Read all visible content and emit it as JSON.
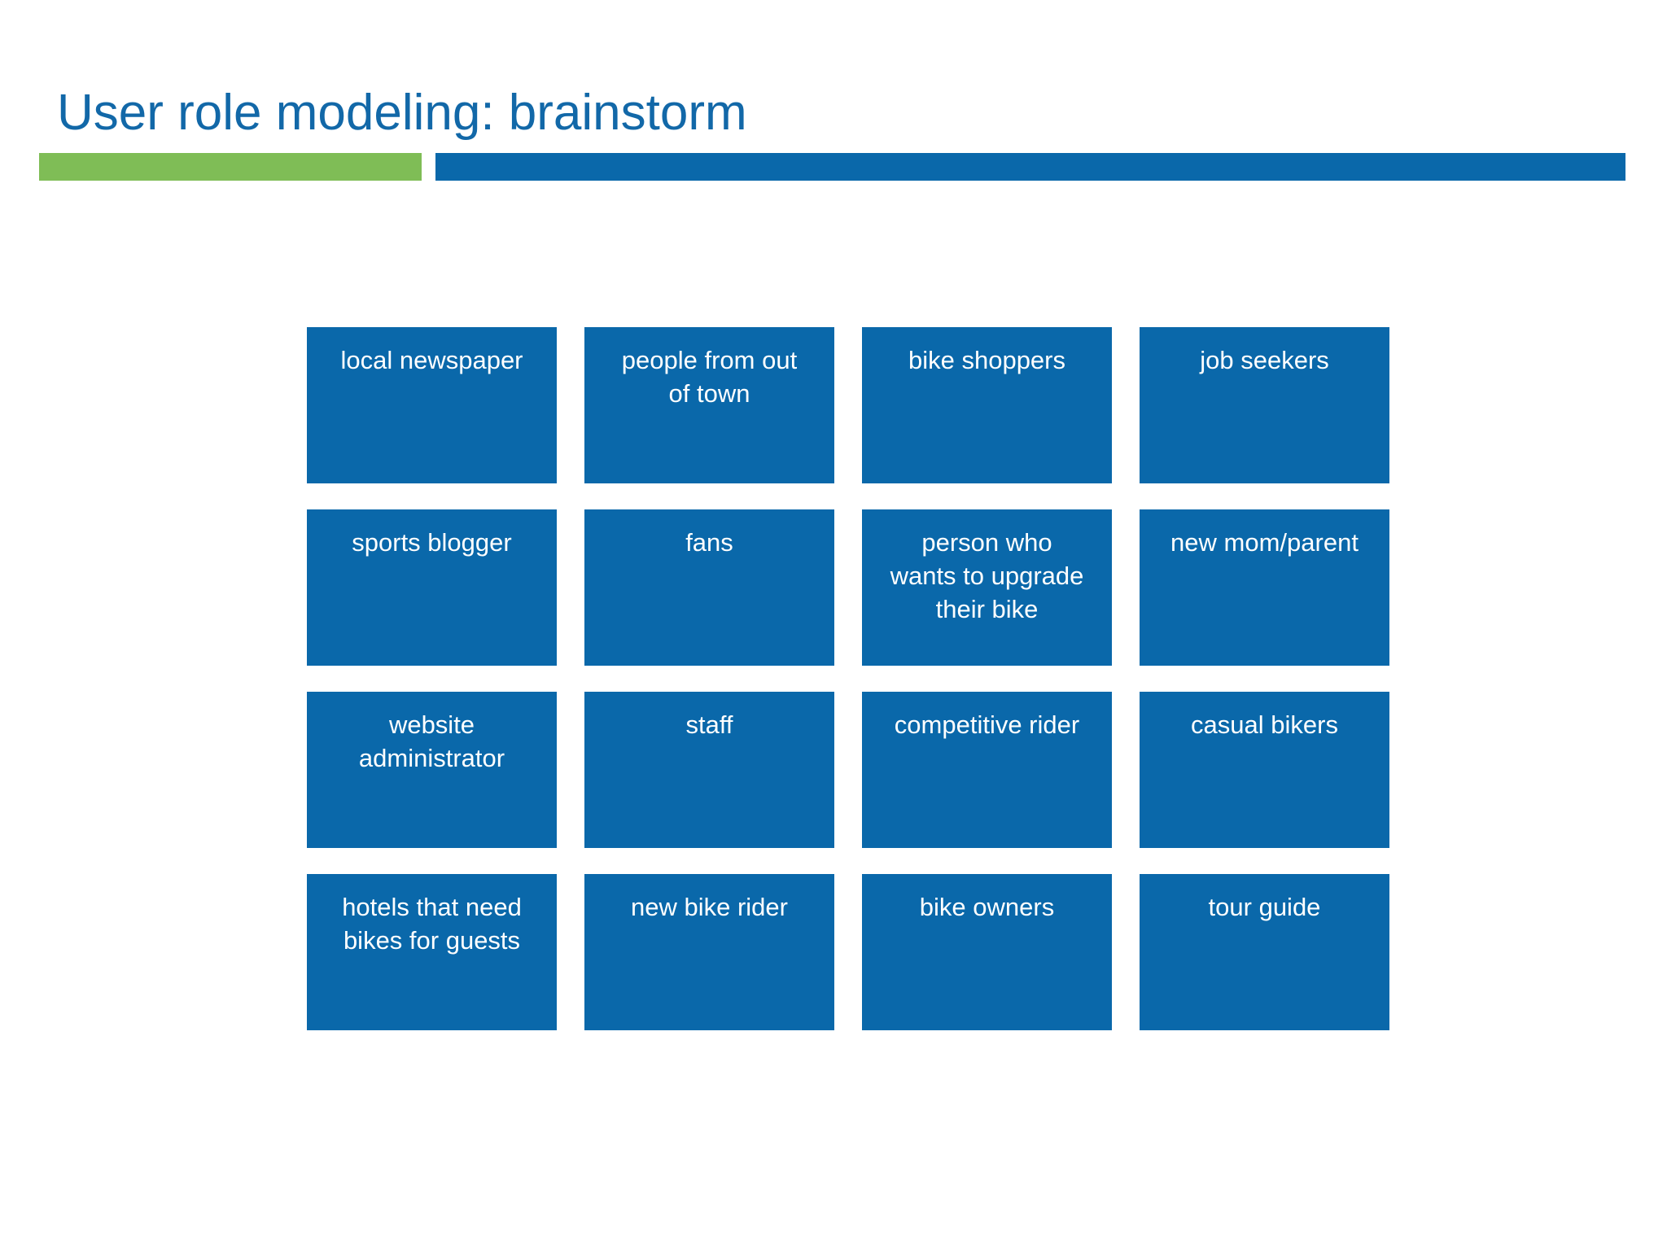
{
  "slide": {
    "title": "User role modeling: brainstorm",
    "colors": {
      "title_blue": "#1268A8",
      "card_blue": "#0A68AA",
      "accent_green": "#7FBD56",
      "card_text": "#FFFFFF",
      "background": "#FFFFFF"
    }
  },
  "divider": {
    "green_bar_label": "green-accent-bar",
    "blue_bar_label": "blue-accent-bar"
  },
  "cards": [
    {
      "id": "local-newspaper",
      "text": "local newspaper",
      "row": 1,
      "col": 1
    },
    {
      "id": "people-from-out-of-town",
      "text": "people from out\nof town",
      "row": 1,
      "col": 2
    },
    {
      "id": "bike-shoppers",
      "text": "bike shoppers",
      "row": 1,
      "col": 3
    },
    {
      "id": "job-seekers",
      "text": "job seekers",
      "row": 1,
      "col": 4
    },
    {
      "id": "sports-blogger",
      "text": "sports blogger",
      "row": 2,
      "col": 1
    },
    {
      "id": "fans",
      "text": "fans",
      "row": 2,
      "col": 2
    },
    {
      "id": "person-who-wants-to-upgrade-their-bike",
      "text": "person who\nwants to upgrade\ntheir bike",
      "row": 2,
      "col": 3
    },
    {
      "id": "new-mom-parent",
      "text": "new mom/parent",
      "row": 2,
      "col": 4
    },
    {
      "id": "website-administrator",
      "text": "website\nadministrator",
      "row": 3,
      "col": 1
    },
    {
      "id": "staff",
      "text": "staff",
      "row": 3,
      "col": 2
    },
    {
      "id": "competitive-rider",
      "text": "competitive rider",
      "row": 3,
      "col": 3
    },
    {
      "id": "casual-bikers",
      "text": "casual bikers",
      "row": 3,
      "col": 4
    },
    {
      "id": "hotels-that-need-bikes-for-guests",
      "text": "hotels that need\nbikes for guests",
      "row": 4,
      "col": 1
    },
    {
      "id": "new-bike-rider",
      "text": "new bike rider",
      "row": 4,
      "col": 2
    },
    {
      "id": "bike-owners",
      "text": "bike owners",
      "row": 4,
      "col": 3
    },
    {
      "id": "tour-guide",
      "text": "tour guide",
      "row": 4,
      "col": 4
    }
  ]
}
